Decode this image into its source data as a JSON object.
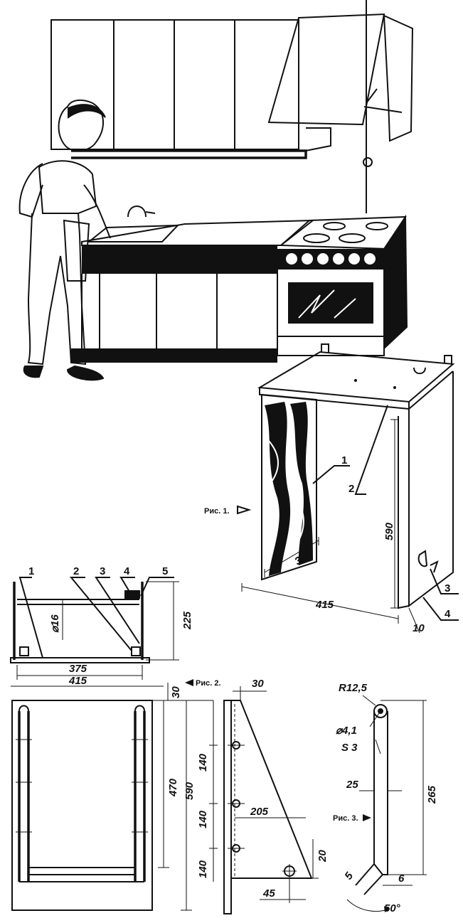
{
  "fig1": {
    "caption": "Рис. 1.",
    "callouts": [
      "1",
      "2",
      "3",
      "4"
    ],
    "dims": {
      "width": "415",
      "depth": "300",
      "height": "590",
      "offset": "10"
    }
  },
  "fig2": {
    "caption": "Рис. 2.",
    "callouts": [
      "1",
      "2",
      "3",
      "4",
      "5"
    ],
    "dims": {
      "diameter": "⌀16",
      "height_top": "225",
      "inner_width": "375",
      "outer_width": "415",
      "top_gap": "30",
      "side_gap": "30",
      "plan_depth_inner": "470",
      "plan_depth": "590",
      "spacing_a": "140",
      "spacing_b": "140",
      "spacing_c": "140",
      "brace_length": "205",
      "brace_foot": "45",
      "brace_rise": "20"
    }
  },
  "fig3": {
    "caption": "Рис. 3.",
    "dims": {
      "radius": "R12,5",
      "hole": "⌀4,1",
      "thickness": "S 3",
      "width": "25",
      "length": "265",
      "tip_a": "5",
      "tip_b": "6",
      "angle": "50°"
    }
  }
}
